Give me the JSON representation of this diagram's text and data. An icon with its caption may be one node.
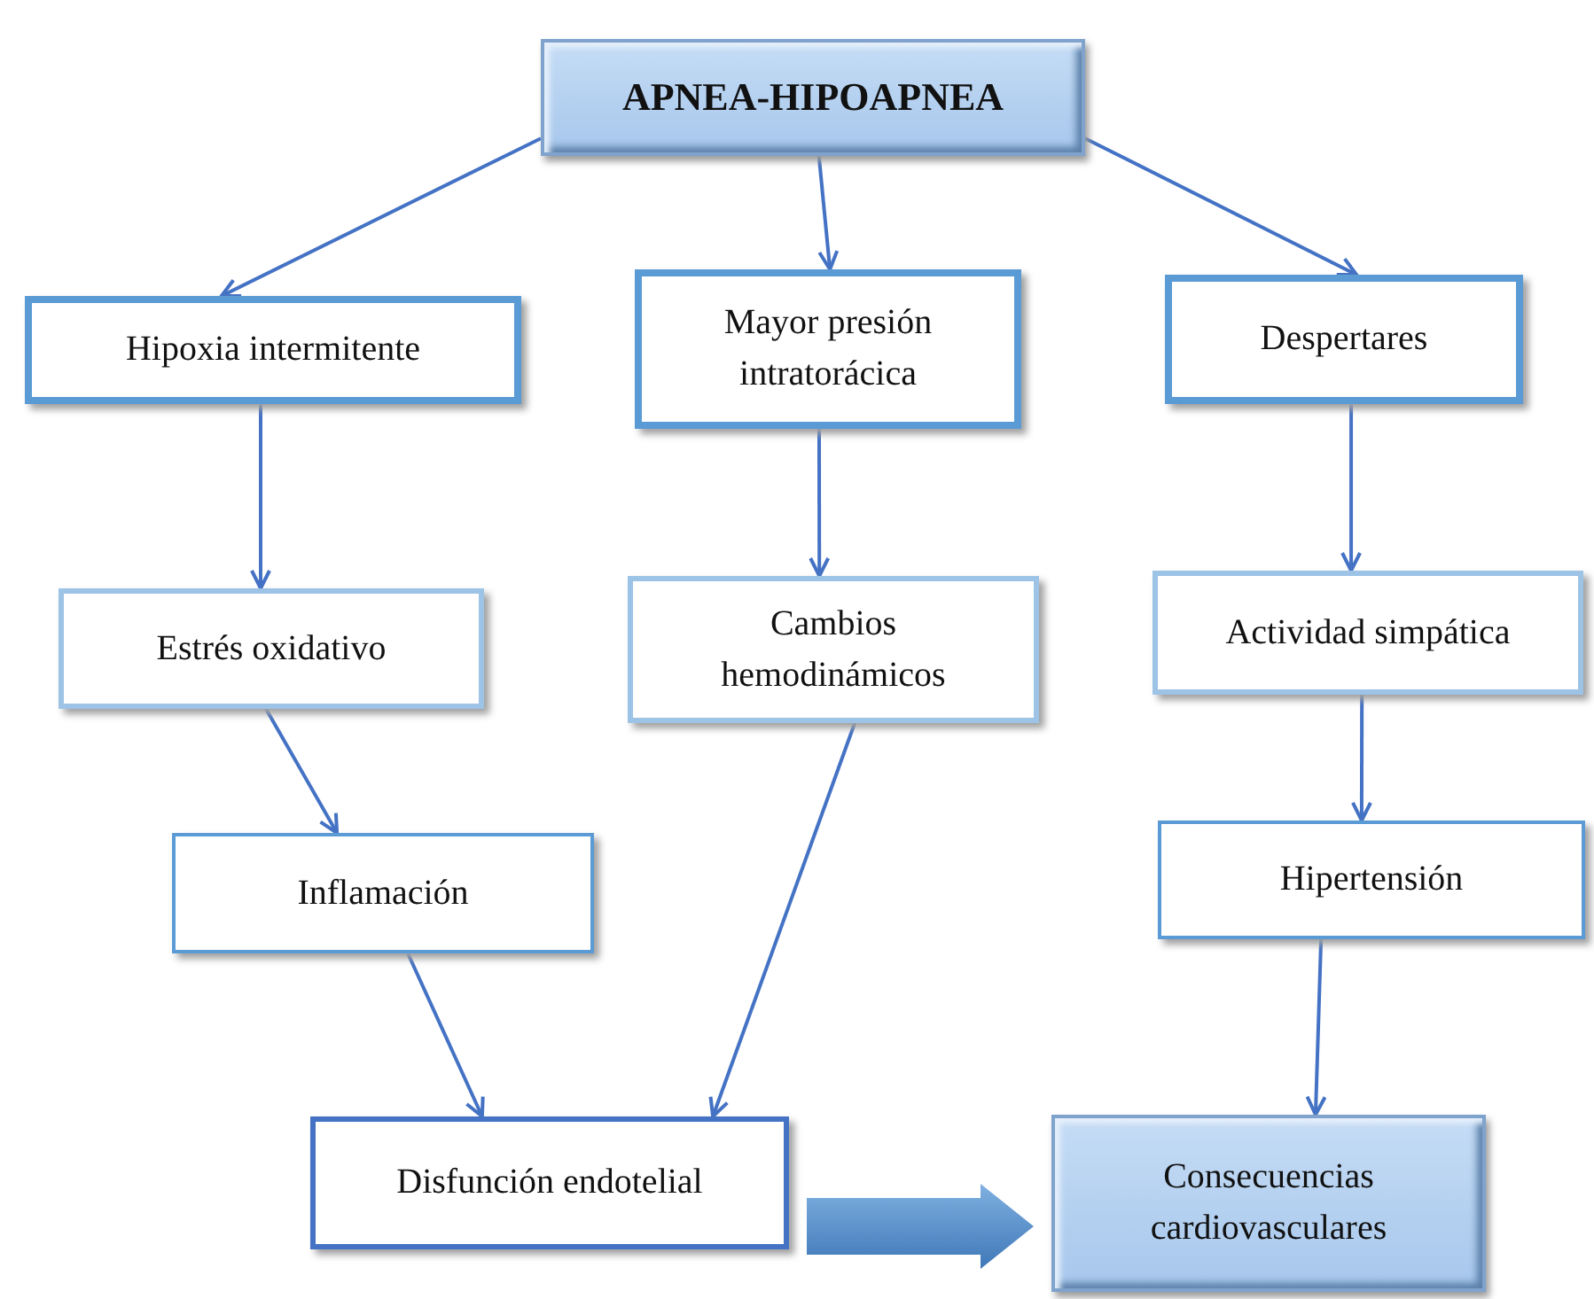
{
  "diagram": {
    "nodes": [
      {
        "text": [
          "APNEA-HIPOAPNEA"
        ]
      },
      {
        "text": [
          "Hipoxia intermitente"
        ]
      },
      {
        "text": [
          "Mayor presión intratorácica"
        ]
      },
      {
        "text": [
          "Despertares"
        ]
      },
      {
        "text": [
          "Estrés oxidativo"
        ]
      },
      {
        "text": [
          "Cambios hemodinámicos"
        ]
      },
      {
        "text": [
          "Actividad simpática"
        ]
      },
      {
        "text": [
          "Inflamación"
        ]
      },
      {
        "text": [
          "Hipertensión"
        ]
      },
      {
        "text": [
          "Disfunción endotelial"
        ]
      },
      {
        "text": [
          "Consecuencias cardiovasculares"
        ]
      }
    ],
    "edges": [
      {
        "from": 0,
        "to": 1,
        "arrow": "to"
      },
      {
        "from": 0,
        "to": 2,
        "arrow": "to"
      },
      {
        "from": 0,
        "to": 3,
        "arrow": "to"
      },
      {
        "from": 1,
        "to": 4,
        "arrow": "to"
      },
      {
        "from": 4,
        "to": 7,
        "arrow": "to"
      },
      {
        "from": 7,
        "to": 9,
        "arrow": "to"
      },
      {
        "from": 2,
        "to": 5,
        "arrow": "to"
      },
      {
        "from": 5,
        "to": 9,
        "arrow": "to"
      },
      {
        "from": 3,
        "to": 6,
        "arrow": "to"
      },
      {
        "from": 6,
        "to": 8,
        "arrow": "to"
      },
      {
        "from": 8,
        "to": 10,
        "arrow": "to"
      },
      {
        "from": 9,
        "to": 10,
        "arrow": "to",
        "style": "thick"
      }
    ]
  }
}
